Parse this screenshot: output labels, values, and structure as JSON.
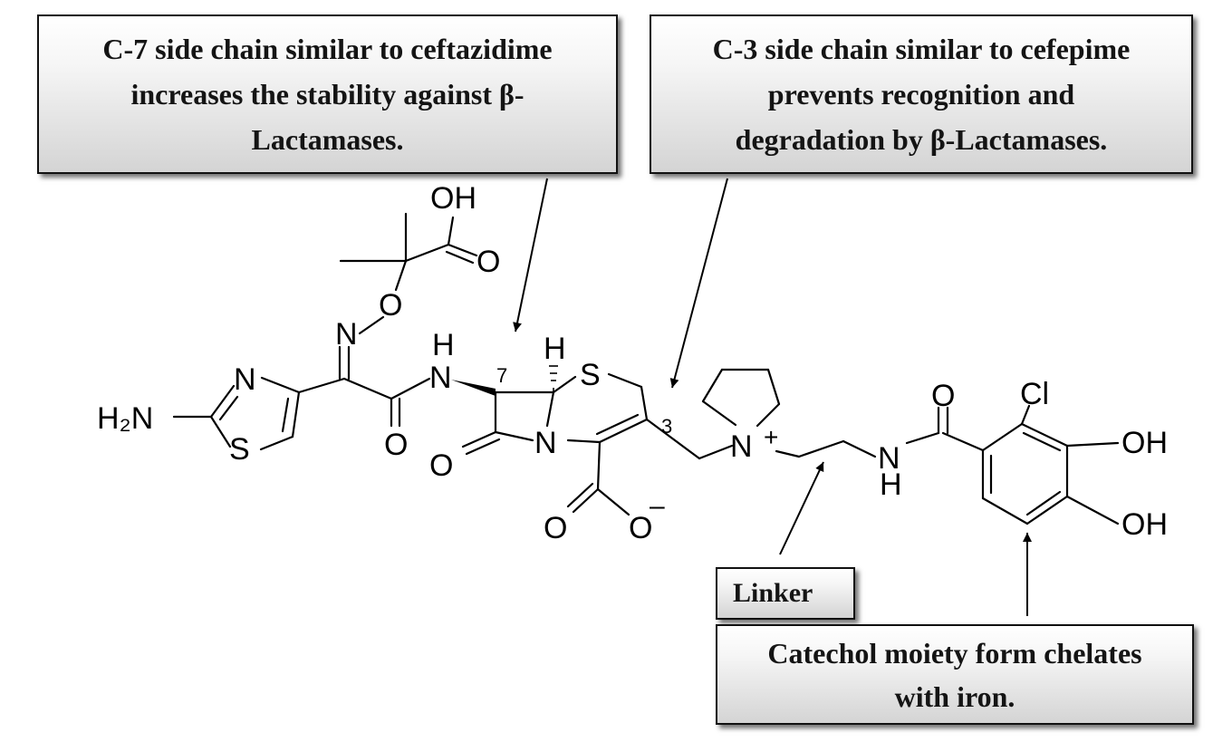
{
  "callouts": {
    "c7": {
      "lines": [
        "C-7 side chain similar to ceftazidime",
        "increases the stability against β-",
        "Lactamases."
      ]
    },
    "c3": {
      "lines": [
        "C-3 side chain similar to cefepime",
        "prevents recognition and",
        "degradation by β-Lactamases."
      ]
    },
    "linker": {
      "text": "Linker"
    },
    "catechol": {
      "lines": [
        "Catechol moiety form chelates",
        "with iron."
      ]
    }
  },
  "molecule": {
    "atoms": {
      "oh_acid": "OH",
      "o_acid": "O",
      "o_ether": "O",
      "n_oxime": "N",
      "h_amide": "H",
      "n_amide": "N",
      "n_thiazole": "N",
      "h2n": "H₂N",
      "s_thiazole": "S",
      "o_amide": "O",
      "h_stereo": "H",
      "s_ring": "S",
      "o_lactam": "O",
      "n_lactam": "N",
      "o_carboxylate": "O",
      "o_minus": "O",
      "minus_charge": "–",
      "n_plus": "N",
      "plus_charge": "+",
      "o_benzamide": "O",
      "cl": "Cl",
      "oh_upper": "OH",
      "oh_lower": "OH",
      "n_benzamide": "N",
      "h_benzamide": "H"
    },
    "locants": {
      "c7": "7",
      "c3": "3"
    }
  }
}
